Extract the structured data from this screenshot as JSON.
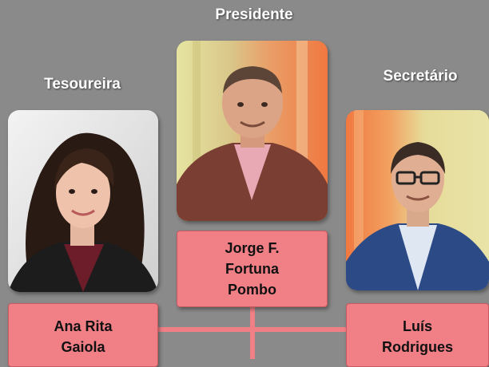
{
  "roles": {
    "president": "Presidente",
    "treasurer": "Tesoureira",
    "secretary": "Secretário"
  },
  "members": {
    "president": {
      "line1": "Jorge F.",
      "line2": "Fortuna",
      "line3": "Pombo"
    },
    "treasurer": {
      "line1": "Ana Rita",
      "line2": "Gaiola"
    },
    "secretary": {
      "line1": "Luís",
      "line2": "Rodrigues"
    }
  },
  "colors": {
    "background": "#8a8a8a",
    "name_box": "#f07f86",
    "connector": "#f07f86",
    "role_text": "#ffffff"
  }
}
